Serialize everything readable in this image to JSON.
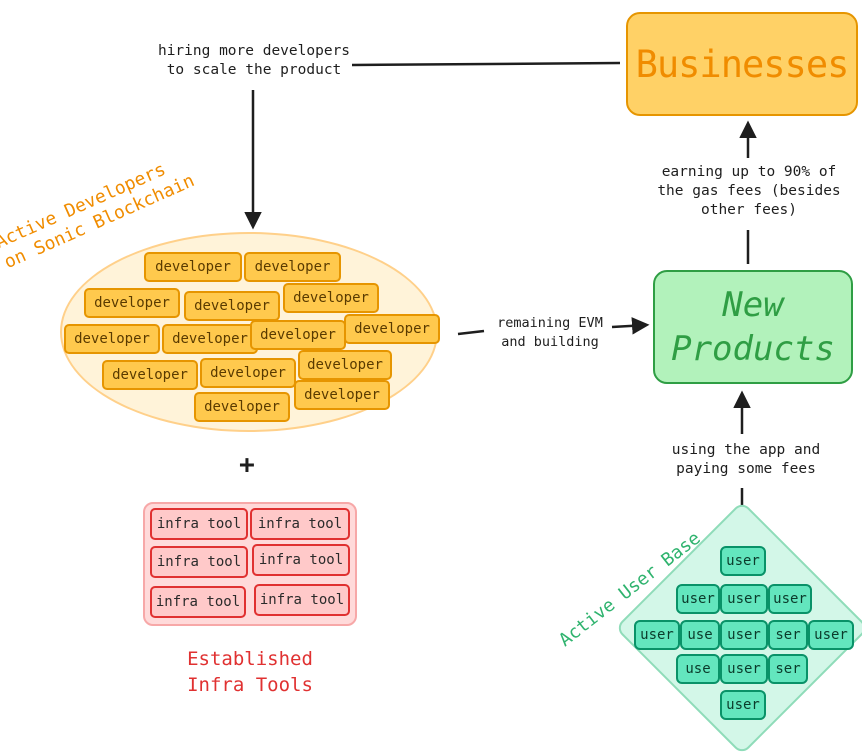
{
  "nodes": {
    "businesses": "Businesses",
    "new_products": "New\nProducts"
  },
  "edges": {
    "hiring": "hiring more developers\nto scale the product",
    "remaining": "remaining EVM\nand building",
    "earning": "earning up to 90% of\nthe gas fees (besides\nother fees)",
    "using": "using the app and\npaying some fees",
    "plus": "+"
  },
  "groups": {
    "developers": {
      "title": "Active Developers\non Sonic Blockchain",
      "chips": [
        "developer",
        "developer",
        "developer",
        "developer",
        "developer",
        "developer",
        "developer",
        "developer",
        "developer",
        "developer",
        "developer",
        "developer",
        "developer",
        "developer"
      ]
    },
    "infra": {
      "title": "Established\nInfra Tools",
      "chips": [
        "infra tool",
        "infra tool",
        "infra tool",
        "infra tool",
        "infra tool",
        "infra tool"
      ]
    },
    "users": {
      "title": "Active User Base",
      "chips": [
        "user",
        "user",
        "user",
        "user",
        "user",
        "use",
        "user",
        "ser",
        "user",
        "use",
        "user",
        "ser",
        "user"
      ]
    }
  },
  "colors": {
    "businesses_fill": "#ffd166",
    "businesses_stroke": "#e69500",
    "products_fill": "#b2f2bb",
    "products_stroke": "#2f9e44",
    "developer_fill": "#ffc94d",
    "infra_fill": "#ffc9c9",
    "infra_stroke": "#e03131",
    "user_fill": "#63e6be",
    "user_stroke": "#099268"
  }
}
